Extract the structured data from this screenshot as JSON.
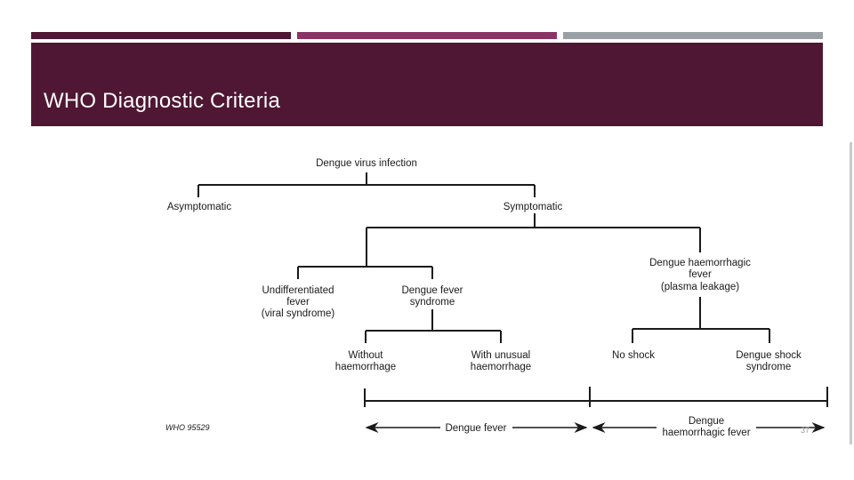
{
  "slide": {
    "title": "WHO Diagnostic Criteria",
    "page_number": "37",
    "colors": {
      "header": "#4f1733",
      "stripe_1": "#4f1733",
      "stripe_2": "#8a3466",
      "stripe_3": "#9aa0a6"
    }
  },
  "diagram": {
    "root": "Dengue virus infection",
    "asymptomatic": "Asymptomatic",
    "symptomatic": "Symptomatic",
    "undiff_1": "Undifferentiated",
    "undiff_2": "fever",
    "undiff_3": "(viral syndrome)",
    "dfs_1": "Dengue fever",
    "dfs_2": "syndrome",
    "dhf_1": "Dengue haemorrhagic",
    "dhf_2": "fever",
    "dhf_3": "(plasma leakage)",
    "without_1": "Without",
    "without_2": "haemorrhage",
    "unusual_1": "With unusual",
    "unusual_2": "haemorrhage",
    "noshock": "No shock",
    "dss_1": "Dengue shock",
    "dss_2": "syndrome",
    "range_df": "Dengue fever",
    "range_dhf_1": "Dengue",
    "range_dhf_2": "haemorrhagic fever",
    "source_code": "WHO 95529"
  }
}
